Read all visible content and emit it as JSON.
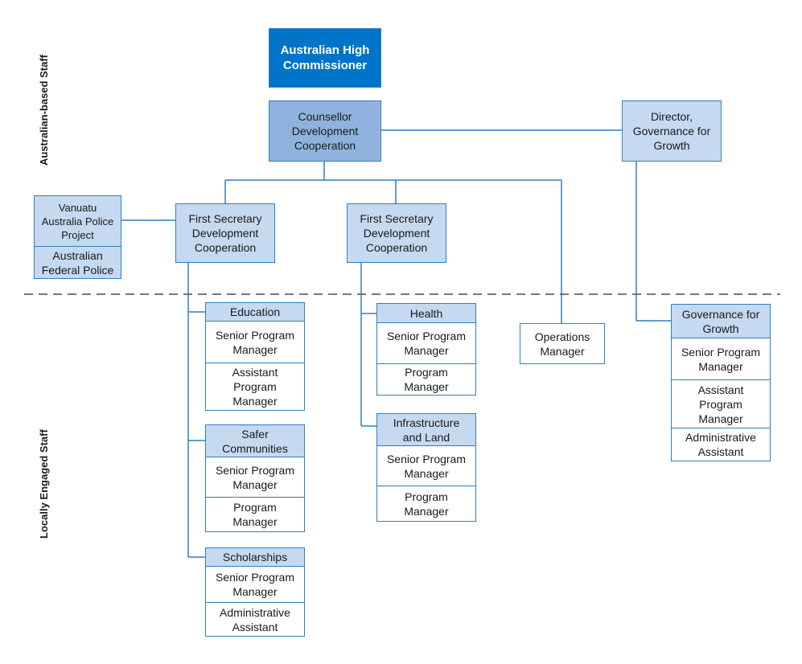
{
  "side_labels": {
    "top": "Australian-based Staff",
    "bottom": "Locally Engaged Staff"
  },
  "nodes": {
    "high_commissioner": "Australian High Commissioner",
    "counsellor": "Counsellor Development Cooperation",
    "director_governance": "Director, Governance for Growth",
    "vanuatu_police": "Vanuatu Australia Police Project",
    "afp": "Australian Federal Police",
    "first_secretary_1": "First Secretary Development Cooperation",
    "first_secretary_2": "First Secretary Development Cooperation",
    "education": "Education",
    "edu_senior": "Senior Program Manager",
    "edu_assistant": "Assistant Program Manager",
    "safer": "Safer Communities",
    "safer_senior": "Senior Program Manager",
    "safer_pm": "Program Manager",
    "scholarships": "Scholarships",
    "sch_senior": "Senior Program Manager",
    "sch_admin": "Administrative Assistant",
    "health": "Health",
    "health_senior": "Senior Program Manager",
    "health_pm": "Program Manager",
    "infra": "Infrastructure and Land",
    "infra_senior": "Senior Program Manager",
    "infra_pm": "Program Manager",
    "operations": "Operations Manager",
    "gov_growth": "Governance for Growth",
    "gov_senior": "Senior Program Manager",
    "gov_assistant": "Assistant Program Manager",
    "gov_admin": "Administrative Assistant"
  },
  "colors": {
    "border": "#2e7fc1",
    "top_fill": "#0074c9",
    "mid_fill": "#8fb3de",
    "light_fill": "#c5d9f1"
  }
}
